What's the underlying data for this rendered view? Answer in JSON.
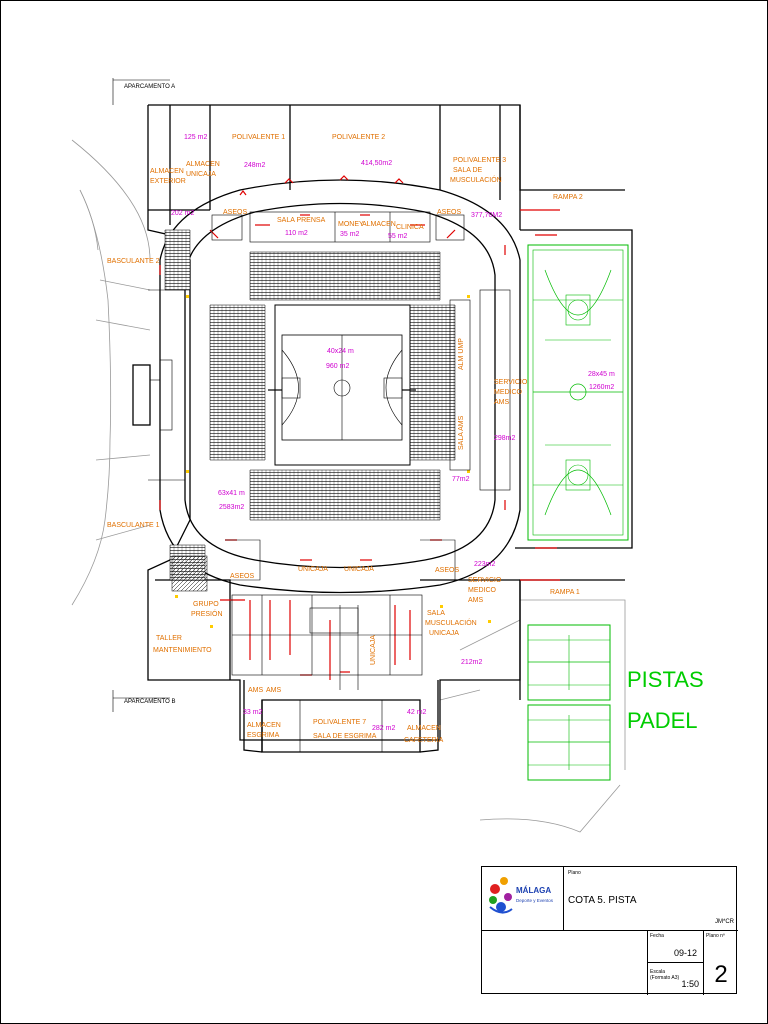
{
  "parking": {
    "a": "APARCAMENTO A",
    "b": "APARCAMENTO B"
  },
  "rooms_orange": {
    "polivalente1": "POLIVALENTE 1",
    "polivalente2": "POLIVALENTE 2",
    "polivalente3": "POLIVALENTE 3",
    "sala_musculacion_top": "SALA DE",
    "sala_musculacion_top2": "MUSCULACIÓN",
    "almacen_exterior": "ALMACEN",
    "almacen_exterior2": "EXTERIOR",
    "almacen_unicaja": "ALMACEN",
    "almacen_unicaja2": "UNICAJA",
    "aseos_tl": "ASEOS",
    "aseos_tr": "ASEOS",
    "aseos_bl": "ASEOS",
    "aseos_br": "ASEOS",
    "sala_prensa": "SALA PRENSA",
    "money": "MONEY",
    "almacen_mid": "ALMACEN",
    "clinica": "CLINICA",
    "rampa2": "RAMPA 2",
    "rampa1": "RAMPA 1",
    "basculante2": "BASCULANTE 2",
    "basculante1": "BASCULANTE 1",
    "servicio_medico": "SERVICIO",
    "servicio_medico2": "MEDICO",
    "servicio_medico3": "AMS",
    "sala_ams": "SALA AMS",
    "alm_ump": "ALM UMP",
    "unicaja1": "UNICAJA",
    "unicaja2": "UNICAJA",
    "unicaja3": "UNICAJA",
    "servicio_medico_b": "SERVICIO",
    "servicio_medico_b2": "MEDICO",
    "servicio_medico_b3": "AMS",
    "sala_musc_b": "SALA",
    "sala_musc_b2": "MUSCULACIÓN",
    "sala_musc_b3": "UNICAJA",
    "grupo_presion": "GRUPO",
    "grupo_presion2": "PRESIÓN",
    "taller": "TALLER",
    "taller2": "MANTENIMIENTO",
    "ams_l": "AMS",
    "ams_r": "AMS",
    "almacen_esgrima": "ALMACEN",
    "almacen_esgrima2": "ESGRIMA",
    "polivalente7": "POLIVALENTE 7",
    "sala_esgrima": "SALA DE ESGRIMA",
    "almacen_cafeteria": "ALMACEN",
    "almacen_cafeteria2": "CAFETERIA"
  },
  "areas_magenta": {
    "a125": "125 m2",
    "a248": "248m2",
    "a414": "414,50m2",
    "a202": "202 m2",
    "a377": "377,70M2",
    "a110": "110 m2",
    "a35": "35 m2",
    "a55": "55 m2",
    "court_dim": "40x24 m",
    "court_area": "960 m2",
    "arena_dim": "63x41 m",
    "arena_area": "2583m2",
    "a298": "298m2",
    "a77": "77m2",
    "a223": "223m2",
    "a212": "212m2",
    "a33": "33 m2",
    "a282": "282 m2",
    "a42": "42 m2",
    "training_dim": "28x45 m",
    "training_area": "1260m2"
  },
  "padel": {
    "line1": "PISTAS",
    "line2": "PADEL"
  },
  "title_block": {
    "plano_label": "Plano",
    "title": "COTA 5. PISTA",
    "author": "JM*CR",
    "fecha_label": "Fecha",
    "fecha": "09-12",
    "plano_no_label": "Plano nº",
    "plano_no": "2",
    "escala_label": "Escala (Formato A3)",
    "escala": "1:50"
  },
  "colors": {
    "orange_labels": "#e07000",
    "magenta_areas": "#d000d0",
    "court_green": "#00bb00",
    "red_doors": "#e00000"
  }
}
